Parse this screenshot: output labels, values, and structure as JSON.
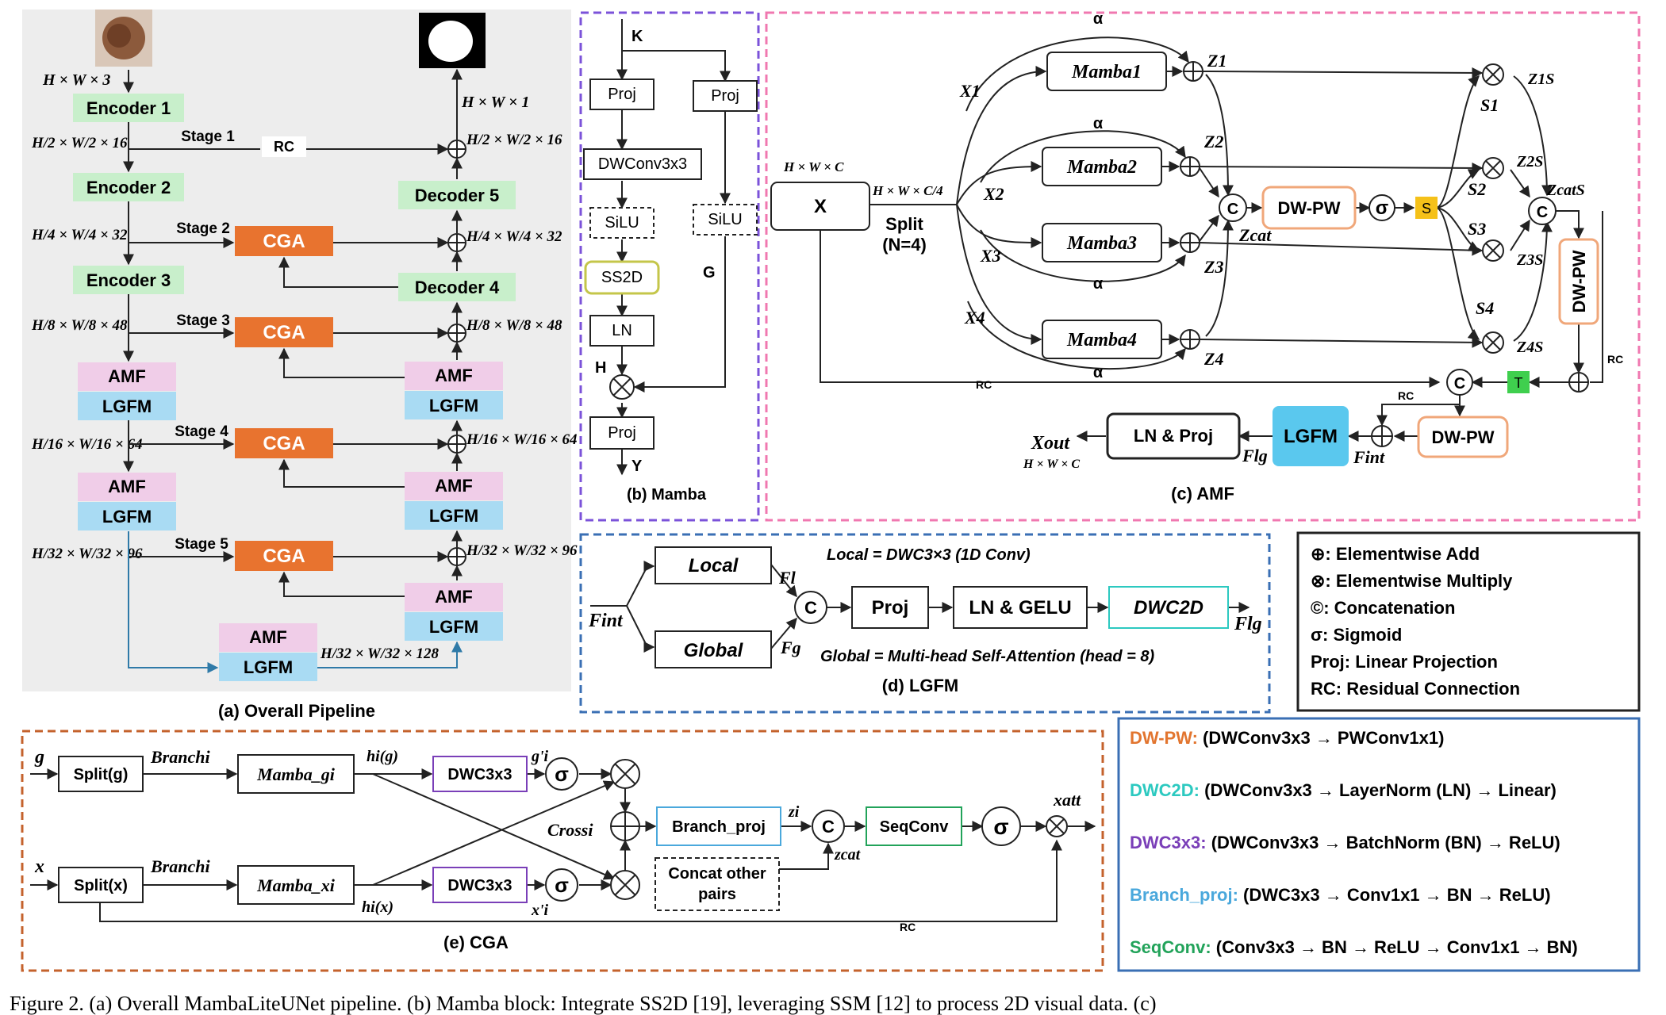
{
  "pipeline": {
    "input_dim": "H × W × 3",
    "output_dim": "H × W × 1",
    "encoders": [
      "Encoder 1",
      "Encoder 2",
      "Encoder 3"
    ],
    "decoders": [
      "Decoder 5",
      "Decoder 4"
    ],
    "enc_dims": [
      "H/2 × W/2 × 16",
      "H/4 × W/4 × 32",
      "H/8 × W/8 × 48",
      "H/16 × W/16 × 64",
      "H/32 × W/32 × 96"
    ],
    "dec_dims": [
      "H/2 × W/2 × 16",
      "H/4 × W/4 × 32",
      "H/8 × W/8 × 48",
      "H/16 × W/16 × 64",
      "H/32 × W/32 × 96"
    ],
    "bottleneck_dim": "H/32 × W/32 × 128",
    "stages": [
      "Stage 1",
      "Stage 2",
      "Stage 3",
      "Stage 4",
      "Stage 5"
    ],
    "rc": "RC",
    "cga": "CGA",
    "amf": "AMF",
    "lgfm": "LGFM",
    "caption": "(a) Overall Pipeline"
  },
  "mamba": {
    "k": "K",
    "proj": "Proj",
    "dwconv": "DWConv3x3",
    "silu": "SiLU",
    "ss2d": "SS2D",
    "ln": "LN",
    "g": "G",
    "h": "H",
    "y": "Y",
    "caption": "(b) Mamba"
  },
  "amf": {
    "x_dim": "H × W × C",
    "x": "X",
    "split_dim": "H × W × C/4",
    "split": "Split",
    "split_n": "(N=4)",
    "mamba": [
      "Mamba1",
      "Mamba2",
      "Mamba3",
      "Mamba4"
    ],
    "x_inputs": [
      "X1",
      "X2",
      "X3",
      "X4"
    ],
    "z": [
      "Z1",
      "Z2",
      "Z3",
      "Z4"
    ],
    "alpha": "α",
    "zcat": "Zcat",
    "dwpw": "DW-PW",
    "sigma": "σ",
    "s_box": "S",
    "s": [
      "S1",
      "S2",
      "S3",
      "S4"
    ],
    "zs": [
      "Z1S",
      "Z2S",
      "Z3S",
      "Z4S"
    ],
    "zscat": "ZcatS",
    "c": "C",
    "t": "T",
    "rc": "RC",
    "lnproj": "LN & Proj",
    "lgfm": "LGFM",
    "flg": "Flg",
    "fint": "Fint",
    "xout": "Xout",
    "xout_dim": "H × W × C",
    "caption": "(c) AMF"
  },
  "lgfm": {
    "fint": "Fint",
    "local": "Local",
    "global": "Global",
    "fl": "Fl",
    "fg": "Fg",
    "c": "C",
    "proj": "Proj",
    "lngelu": "LN & GELU",
    "dwc2d": "DWC2D",
    "flg": "Flg",
    "local_note": "Local = DWC3×3 (1D Conv)",
    "global_note": "Global = Multi-head Self-Attention (head = 8)",
    "caption": "(d) LGFM"
  },
  "legend": [
    "⊕: Elementwise Add",
    "⊗: Elementwise Multiply",
    "©: Concatenation",
    "σ: Sigmoid",
    "Proj: Linear Projection",
    "RC: Residual Connection"
  ],
  "cga": {
    "g": "g",
    "x": "x",
    "split_g": "Split(g)",
    "split_x": "Split(x)",
    "branch": "Branchi",
    "mamba_g": "Mamba_gi",
    "mamba_x": "Mamba_xi",
    "hg": "hi(g)",
    "hx": "hi(x)",
    "dwc": "DWC3x3",
    "gp": "g'i",
    "xp": "x'i",
    "sigma": "σ",
    "cross": "Crossi",
    "branch_proj": "Branch_proj",
    "zi": "zi",
    "c": "C",
    "zcat": "zcat",
    "concat_other_1": "Concat other",
    "concat_other_2": "pairs",
    "seqconv": "SeqConv",
    "xatt": "xatt",
    "rc": "RC",
    "caption": "(e) CGA"
  },
  "defs": [
    {
      "key": "DW-PW:",
      "val": " (DWConv3x3 → PWConv1x1)",
      "color": "#e2752f"
    },
    {
      "key": "DWC2D:",
      "val": " (DWConv3x3 → LayerNorm (LN) → Linear)",
      "color": "#2cc9c0"
    },
    {
      "key": "DWC3x3:",
      "val": " (DWConv3x3 → BatchNorm (BN) → ReLU)",
      "color": "#7a3fb8"
    },
    {
      "key": "Branch_proj:",
      "val": " (DWC3x3 → Conv1x1 → BN → ReLU)",
      "color": "#4aa8dc"
    },
    {
      "key": "SeqConv:",
      "val": " (Conv3x3 → BN → ReLU → Conv1x1 → BN)",
      "color": "#22a35a"
    }
  ],
  "figure_caption": "Figure 2. (a) Overall MambaLiteUNet pipeline. (b) Mamba block: Integrate SS2D [19], leveraging SSM [12] to process 2D visual data. (c)",
  "colors": {
    "encoder_green": "#c8efcb",
    "cga_orange": "#e8732f",
    "amf_pink": "#f0cde8",
    "lgfm_blue": "#a9dbf3",
    "lgfm_cyan": "#5ac8ee",
    "panel_gray": "#ededed",
    "mamba_border": "#7b52d9",
    "amf_border": "#f078b0",
    "lgfm_border": "#3a6fb4",
    "cga_border": "#c4622c",
    "s_yellow": "#f5c119",
    "t_green": "#3fcf4e"
  }
}
